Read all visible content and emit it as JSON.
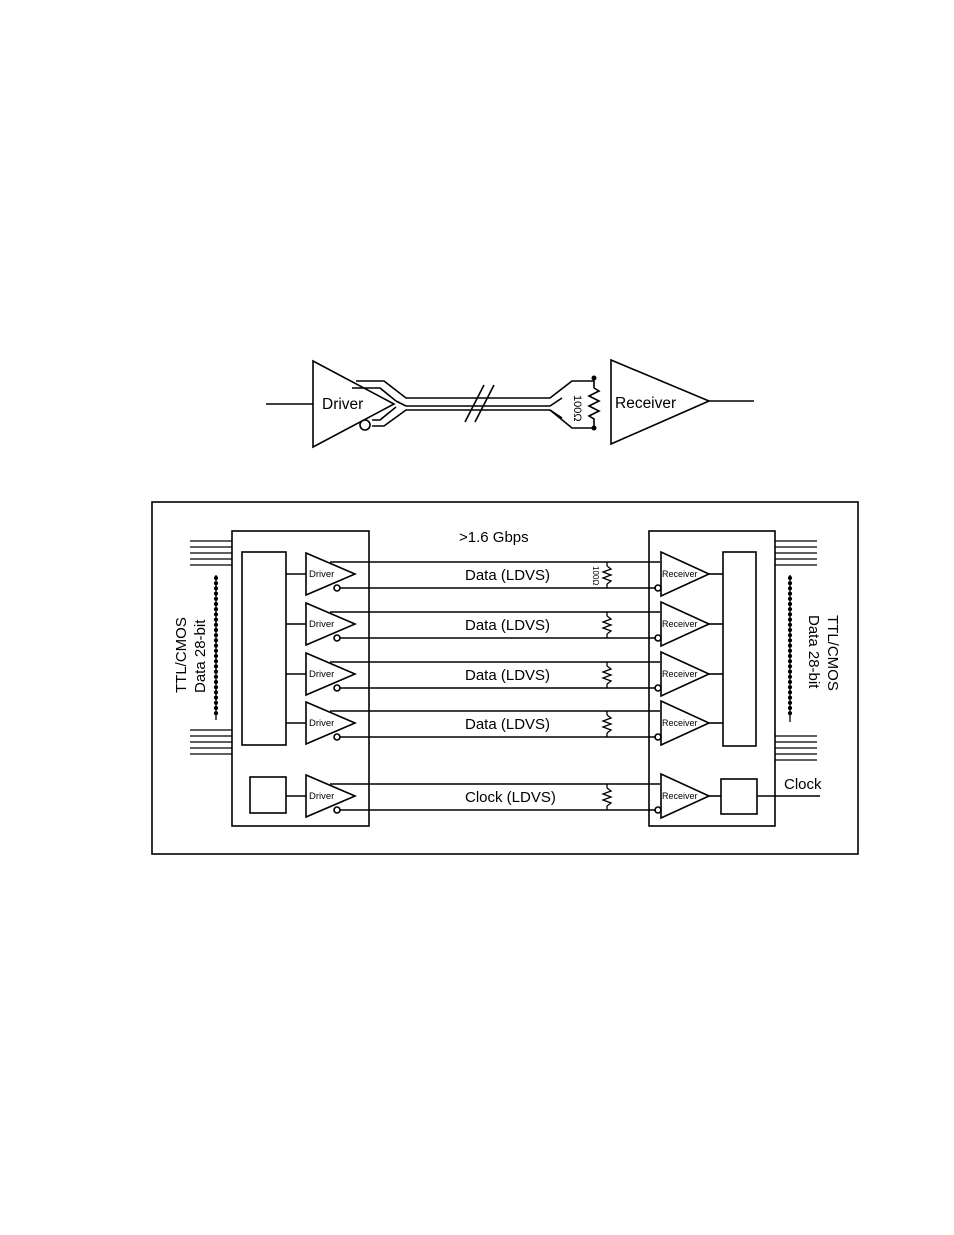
{
  "top_diagram": {
    "driver_label": "Driver",
    "receiver_label": "Receiver",
    "resistor_label": "100Ω"
  },
  "bottom_diagram": {
    "speed_label": ">1.6 Gbps",
    "left_bus_label_1": "TTL/CMOS",
    "left_bus_label_2": "Data 28-bit",
    "right_bus_label_1": "TTL/CMOS",
    "right_bus_label_2": "Data 28-bit",
    "resistor_label": "100Ω",
    "clock_out_label": "Clock",
    "channels": [
      {
        "driver": "Driver",
        "line": "Data (LDVS)",
        "receiver": "Receiver"
      },
      {
        "driver": "Driver",
        "line": "Data (LDVS)",
        "receiver": "Receiver"
      },
      {
        "driver": "Driver",
        "line": "Data (LDVS)",
        "receiver": "Receiver"
      },
      {
        "driver": "Driver",
        "line": "Data (LDVS)",
        "receiver": "Receiver"
      },
      {
        "driver": "Driver",
        "line": "Clock (LDVS)",
        "receiver": "Receiver"
      }
    ]
  }
}
